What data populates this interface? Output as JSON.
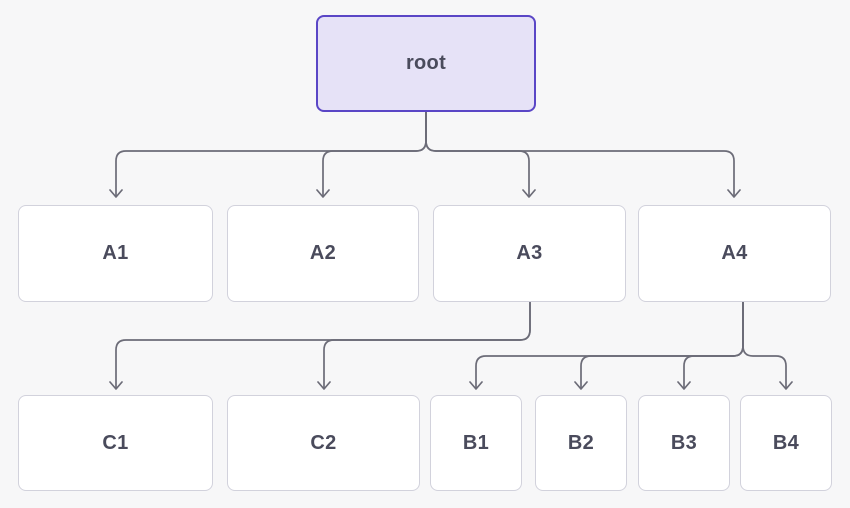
{
  "diagram": {
    "type": "flowchart-tree",
    "background": "#f7f7f8",
    "colors": {
      "node_fill": "#ffffff",
      "node_border": "#d2d2dc",
      "root_fill": "#e6e2f7",
      "root_border": "#5a46c6",
      "edge": "#6c6c78",
      "label_text": "#4a4b5c"
    },
    "nodes": {
      "root": {
        "label": "root"
      },
      "a1": {
        "label": "A1"
      },
      "a2": {
        "label": "A2"
      },
      "a3": {
        "label": "A3"
      },
      "a4": {
        "label": "A4"
      },
      "c1": {
        "label": "C1"
      },
      "c2": {
        "label": "C2"
      },
      "b1": {
        "label": "B1"
      },
      "b2": {
        "label": "B2"
      },
      "b3": {
        "label": "B3"
      },
      "b4": {
        "label": "B4"
      }
    },
    "edges": [
      {
        "from": "root",
        "to": "A1"
      },
      {
        "from": "root",
        "to": "A2"
      },
      {
        "from": "root",
        "to": "A3"
      },
      {
        "from": "root",
        "to": "A4"
      },
      {
        "from": "A3",
        "to": "C1"
      },
      {
        "from": "A3",
        "to": "C2"
      },
      {
        "from": "A4",
        "to": "B1"
      },
      {
        "from": "A4",
        "to": "B2"
      },
      {
        "from": "A4",
        "to": "B3"
      },
      {
        "from": "A4",
        "to": "B4"
      }
    ]
  }
}
